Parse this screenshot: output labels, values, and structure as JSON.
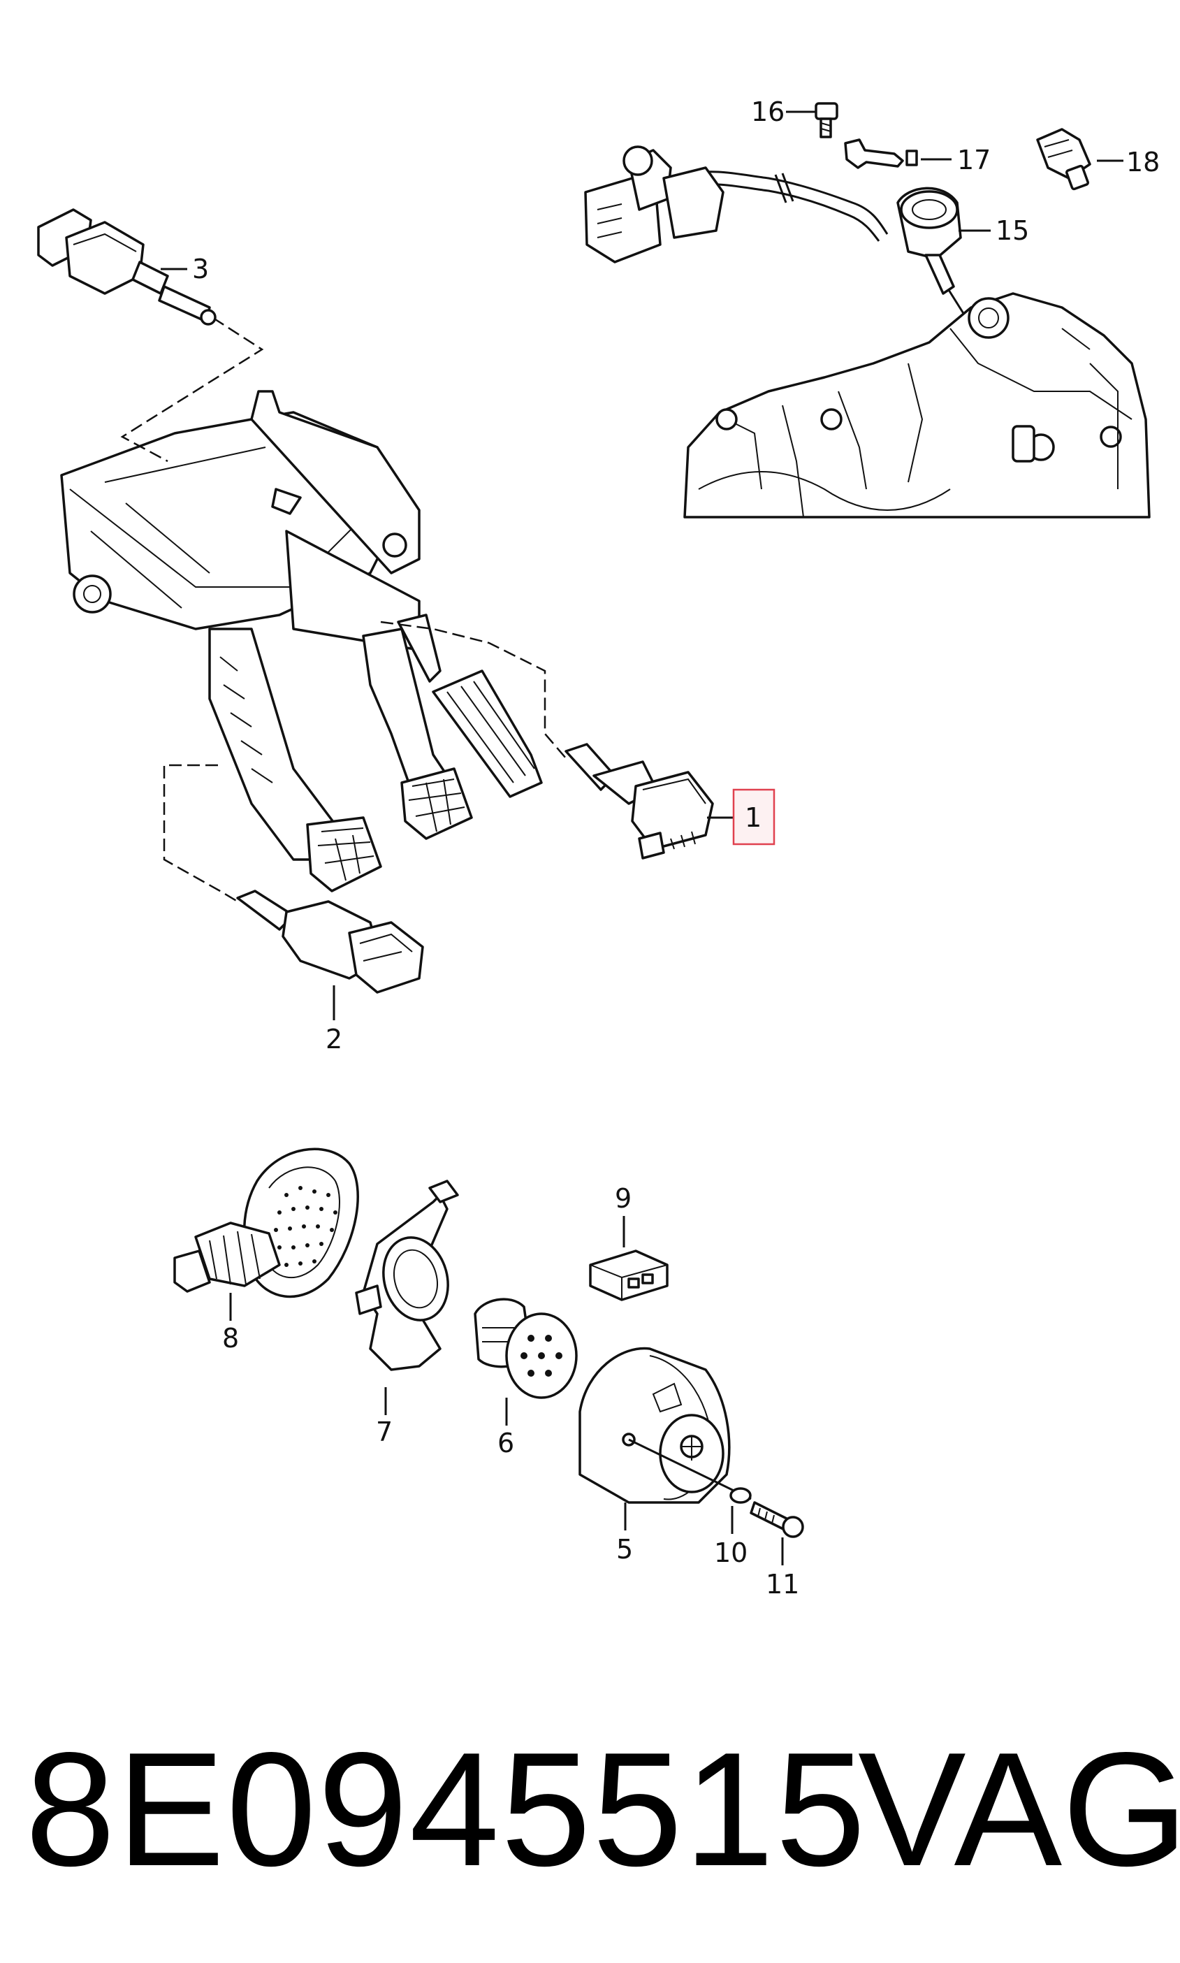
{
  "callouts": {
    "c1": "1",
    "c2": "2",
    "c3": "3",
    "c5": "5",
    "c6": "6",
    "c7": "7",
    "c8": "8",
    "c9": "9",
    "c10": "10",
    "c11": "11",
    "c15": "15",
    "c16": "16",
    "c17": "17",
    "c18": "18"
  },
  "highlight": {
    "callout": "1",
    "color": "#e0414f"
  },
  "footer": {
    "part_number": "8E0945515",
    "brand": "VAG"
  }
}
